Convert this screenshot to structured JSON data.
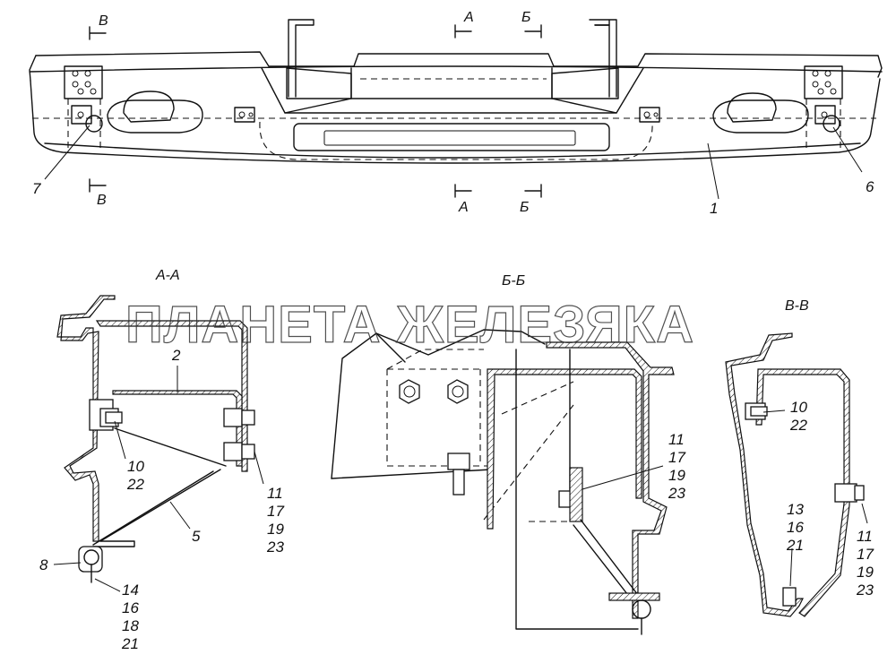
{
  "watermark": "ПЛАНЕТА ЖЕЛЕЗЯКА",
  "section_titles": {
    "aa": "А-А",
    "bb": "Б-Б",
    "vv": "В-В"
  },
  "cut_markers": {
    "v_top": "В",
    "v_bottom": "В",
    "a_top": "А",
    "a_bottom": "А",
    "b_top": "Б",
    "b_bottom": "Б"
  },
  "main_view_labels": {
    "p1": "1",
    "p6": "6",
    "p7": "7"
  },
  "section_aa_labels": {
    "p2": "2",
    "p5": "5",
    "p8": "8",
    "g10_22": [
      "10",
      "22"
    ],
    "g11_23": [
      "11",
      "17",
      "19",
      "23"
    ],
    "g14_21": [
      "14",
      "16",
      "18",
      "21"
    ]
  },
  "section_bb_labels": {
    "g11_23": [
      "11",
      "17",
      "19",
      "23"
    ]
  },
  "section_vv_labels": {
    "g10_22": [
      "10",
      "22"
    ],
    "g13_21": [
      "13",
      "16",
      "21"
    ],
    "g11_23": [
      "11",
      "17",
      "19",
      "23"
    ]
  }
}
